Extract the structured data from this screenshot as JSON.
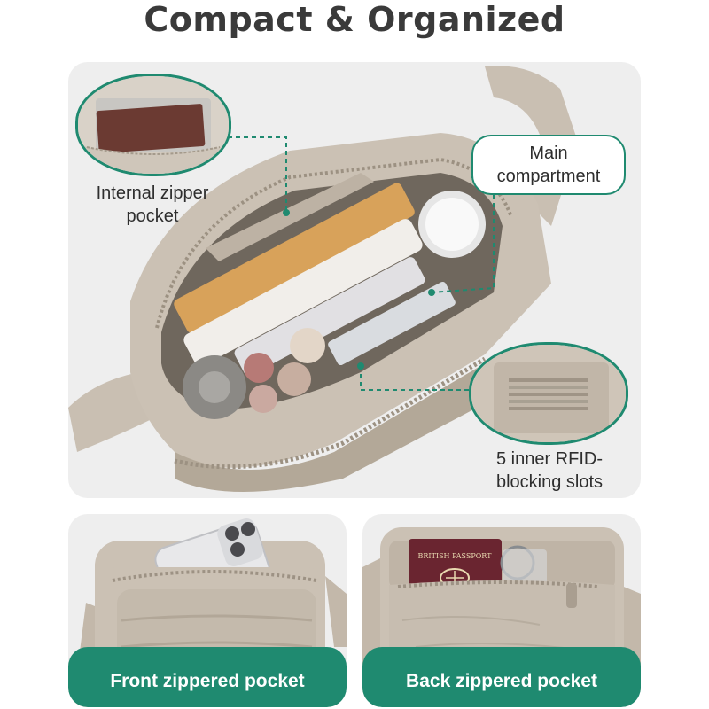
{
  "title": "Compact & Organized",
  "callouts": {
    "internal_pocket": "Internal zipper pocket",
    "internal_pocket_line1": "Internal zipper",
    "internal_pocket_line2": "pocket",
    "main_compartment_line1": "Main",
    "main_compartment_line2": "compartment",
    "rfid_line1": "5 inner RFID-",
    "rfid_line2": "blocking slots"
  },
  "captions": {
    "front": "Front zippered pocket",
    "back": "Back zippered pocket"
  },
  "passport_text": "BRITISH PASSPORT",
  "colors": {
    "accent": "#1f8a70",
    "panel_bg": "#eeeeee",
    "bag": "#cbc1b4",
    "bag_dark": "#a89d8f",
    "title": "#3a3a3a"
  },
  "icons": [
    "phone-camera-icon",
    "passport-crest-icon"
  ]
}
